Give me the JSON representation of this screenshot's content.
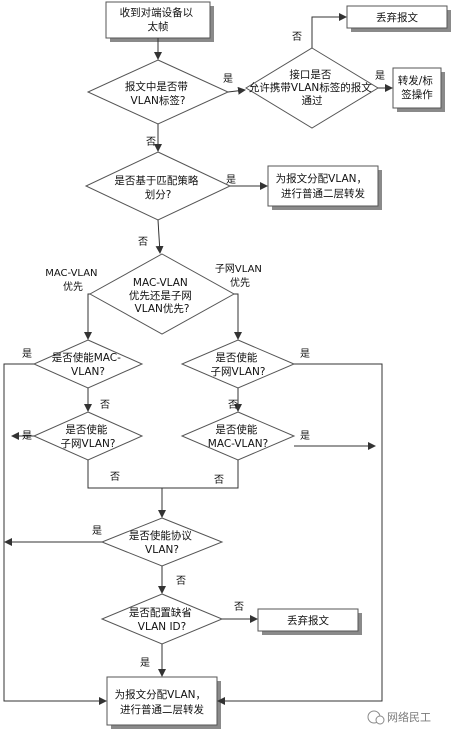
{
  "nodes": {
    "start": [
      "收到对端设备以",
      "太帧"
    ],
    "q_tagged": [
      "报文中是否带",
      "VLAN标签?"
    ],
    "q_allow": [
      "接口是否",
      "允许携带VLAN标签的报文",
      "通过"
    ],
    "drop_top": [
      "丢弃报文"
    ],
    "forward_tag": [
      "转发/标",
      "签操作"
    ],
    "q_policy": [
      "是否基于匹配策略",
      "划分?"
    ],
    "assign_policy": [
      "为报文分配VLAN，",
      "进行普通二层转发"
    ],
    "q_priority": [
      "MAC-VLAN",
      "优先还是子网",
      "VLAN优先?"
    ],
    "q_mac_left": [
      "是否使能MAC-",
      "VLAN?"
    ],
    "q_subnet_left": [
      "是否使能",
      "子网VLAN?"
    ],
    "q_subnet_right": [
      "是否使能",
      "子网VLAN?"
    ],
    "q_mac_right": [
      "是否使能",
      "MAC-VLAN?"
    ],
    "q_protocol": [
      "是否使能协议",
      "VLAN?"
    ],
    "q_default": [
      "是否配置缺省",
      "VLAN ID?"
    ],
    "drop_bottom": [
      "丢弃报文"
    ],
    "assign_final": [
      "为报文分配VLAN，",
      "进行普通二层转发"
    ]
  },
  "edge_labels": {
    "yes": "是",
    "no": "否",
    "mac_vlan_first": [
      "MAC-VLAN",
      "优先"
    ],
    "subnet_vlan_first": [
      "子网VLAN",
      "优先"
    ]
  },
  "watermark": "网络民工"
}
